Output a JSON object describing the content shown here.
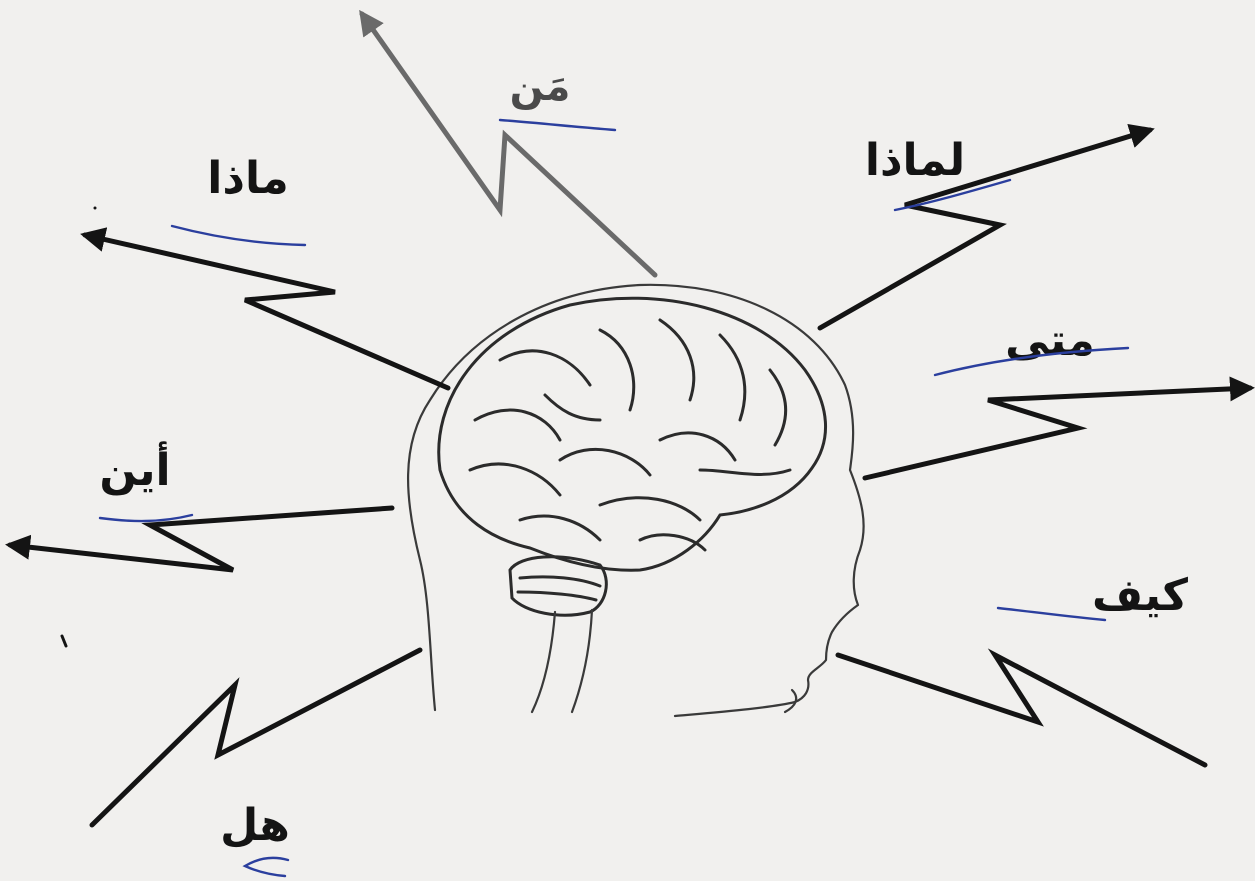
{
  "colors": {
    "background": "#f1f0ee",
    "ink": "#141414",
    "pen_underline": "#2b3f9e",
    "faded_arrow": "#6a6a6a"
  },
  "diagram": {
    "center": "brain-illustration",
    "branches": [
      {
        "id": "man",
        "label": "مَن"
      },
      {
        "id": "madha",
        "label": "ماذا"
      },
      {
        "id": "limadha",
        "label": "لماذا"
      },
      {
        "id": "mata",
        "label": "متى"
      },
      {
        "id": "ayna",
        "label": "أين"
      },
      {
        "id": "kayfa",
        "label": "كيف"
      },
      {
        "id": "hal",
        "label": "هل"
      }
    ]
  }
}
